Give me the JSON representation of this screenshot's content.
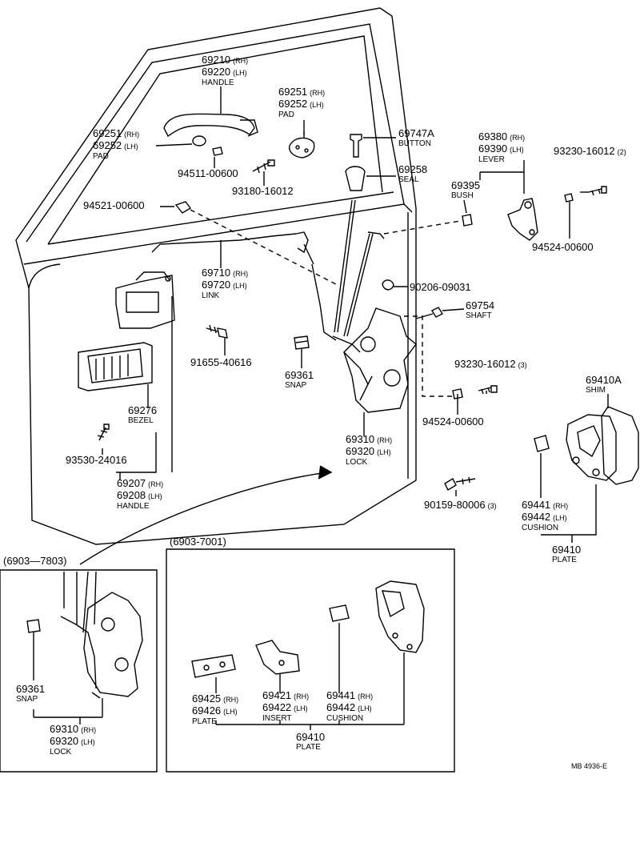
{
  "parts": {
    "handle_outer": {
      "p1": "69210",
      "s1": "(RH)",
      "p2": "69220",
      "s2": "(LH)",
      "name": "HANDLE"
    },
    "pad_top": {
      "p1": "69251",
      "s1": "(RH)",
      "p2": "69252",
      "s2": "(LH)",
      "name": "PAD"
    },
    "pad_left": {
      "p1": "69251",
      "s1": "(RH)",
      "p2": "69252",
      "s2": "(LH)",
      "name": "PAD"
    },
    "button": {
      "p1": "69747A",
      "name": "BUTTON"
    },
    "seal": {
      "p1": "69258",
      "name": "SEAL"
    },
    "lever": {
      "p1": "69380",
      "s1": "(RH)",
      "p2": "69390",
      "s2": "(LH)",
      "name": "LEVER"
    },
    "bolt_top_right": {
      "p1": "93230-16012",
      "s1": "(2)"
    },
    "bush": {
      "p1": "69395",
      "name": "BUSH"
    },
    "nut_94511": {
      "p1": "94511-00600"
    },
    "screw_93180": {
      "p1": "93180-16012"
    },
    "nut_94521": {
      "p1": "94521-00600"
    },
    "nut_94524_top": {
      "p1": "94524-00600"
    },
    "link": {
      "p1": "69710",
      "s1": "(RH)",
      "p2": "69720",
      "s2": "(LH)",
      "name": "LINK"
    },
    "clip_90206": {
      "p1": "90206-09031"
    },
    "shaft": {
      "p1": "69754",
      "name": "SHAFT"
    },
    "screw_91655": {
      "p1": "91655-40616"
    },
    "snap_main": {
      "p1": "69361",
      "name": "SNAP"
    },
    "bolt_93230_3": {
      "p1": "93230-16012",
      "s1": "(3)"
    },
    "shim": {
      "p1": "69410A",
      "name": "SHIM"
    },
    "bezel": {
      "p1": "69276",
      "name": "BEZEL"
    },
    "nut_94524_bottom": {
      "p1": "94524-00600"
    },
    "lock_main": {
      "p1": "69310",
      "s1": "(RH)",
      "p2": "69320",
      "s2": "(LH)",
      "name": "LOCK"
    },
    "screw_93530": {
      "p1": "93530-24016"
    },
    "handle_inner": {
      "p1": "69207",
      "s1": "(RH)",
      "p2": "69208",
      "s2": "(LH)",
      "name": "HANDLE"
    },
    "bolt_90159": {
      "p1": "90159-80006",
      "s1": "(3)"
    },
    "cushion_main": {
      "p1": "69441",
      "s1": "(RH)",
      "p2": "69442",
      "s2": "(LH)",
      "name": "CUSHION"
    },
    "plate_main": {
      "p1": "69410",
      "name": "PLATE"
    }
  },
  "box_left": {
    "title": "(6903—7803)",
    "snap": {
      "p1": "69361",
      "name": "SNAP"
    },
    "lock": {
      "p1": "69310",
      "s1": "(RH)",
      "p2": "69320",
      "s2": "(LH)",
      "name": "LOCK"
    }
  },
  "box_right": {
    "title": "(6903-7001)",
    "plate_small": {
      "p1": "69425",
      "s1": "(RH)",
      "p2": "69426",
      "s2": "(LH)",
      "name": "PLATE"
    },
    "insert": {
      "p1": "69421",
      "s1": "(RH)",
      "p2": "69422",
      "s2": "(LH)",
      "name": "INSERT"
    },
    "cushion": {
      "p1": "69441",
      "s1": "(RH)",
      "p2": "69442",
      "s2": "(LH)",
      "name": "CUSHION"
    },
    "plate": {
      "p1": "69410",
      "name": "PLATE"
    }
  },
  "footer_code": "MB 4936-E"
}
